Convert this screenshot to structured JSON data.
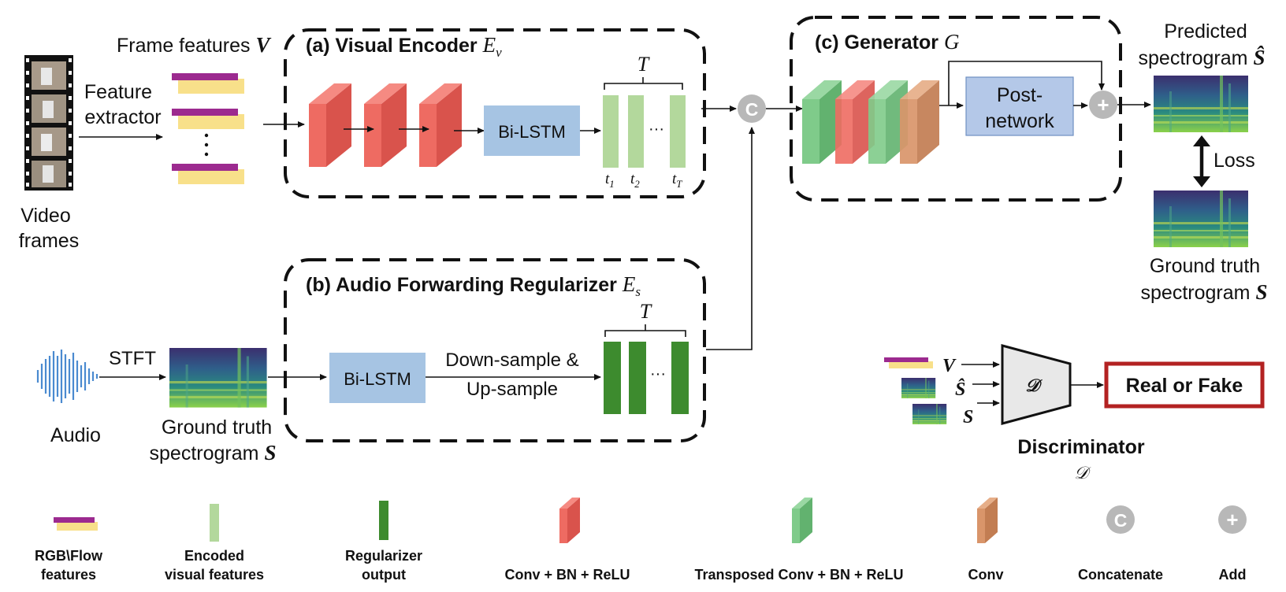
{
  "inputs": {
    "video_label_1": "Video",
    "video_label_2": "frames",
    "feature_extractor_1": "Feature",
    "feature_extractor_2": "extractor",
    "frame_features": "Frame features",
    "frame_features_symbol": "V",
    "audio_label": "Audio",
    "stft_label": "STFT",
    "gt_spec_1": "Ground truth",
    "gt_spec_2": "spectrogram",
    "gt_spec_symbol": "S"
  },
  "visual_encoder": {
    "title": "(a) Visual Encoder",
    "symbol": "E",
    "symbol_sub": "v",
    "bilstm": "Bi-LSTM",
    "time_label": "T",
    "dots": "···",
    "ticks": [
      "t",
      "t",
      "t"
    ],
    "tick_subs": [
      "1",
      "2",
      "T"
    ]
  },
  "audio_regularizer": {
    "title": "(b) Audio Forwarding Regularizer",
    "symbol": "E",
    "symbol_sub": "s",
    "bilstm": "Bi-LSTM",
    "sample_1": "Down-sample &",
    "sample_2": "Up-sample",
    "time_label": "T",
    "dots": "···"
  },
  "generator": {
    "title": "(c) Generator",
    "symbol": "G",
    "postnet_1": "Post-",
    "postnet_2": "network",
    "concat_glyph": "C",
    "add_glyph": "+"
  },
  "outputs": {
    "pred_1": "Predicted",
    "pred_2": "spectrogram",
    "pred_symbol": "Ŝ",
    "loss": "Loss",
    "gt_1": "Ground truth",
    "gt_2": "spectrogram",
    "gt_symbol": "S"
  },
  "discriminator": {
    "in_v": "V",
    "in_shat": "Ŝ",
    "in_s": "S",
    "symbol": "𝒟",
    "result": "Real or Fake",
    "title": "Discriminator",
    "subtitle": "𝒟"
  },
  "legend": [
    {
      "line1": "RGB\\Flow",
      "line2": "features"
    },
    {
      "line1": "Encoded",
      "line2": "visual features"
    },
    {
      "line1": "Regularizer",
      "line2": "output"
    },
    {
      "line1": "Conv + BN + ReLU",
      "line2": ""
    },
    {
      "line1": "Transposed Conv + BN + ReLU",
      "line2": ""
    },
    {
      "line1": "Conv",
      "line2": ""
    },
    {
      "line1": "Concatenate",
      "line2": ""
    },
    {
      "line1": "Add",
      "line2": ""
    }
  ],
  "colors": {
    "conv_red": "#ee6b62",
    "conv_red_dark": "#d9534c",
    "tconv_green": "#7fcb8a",
    "tconv_green_dark": "#62b26f",
    "conv_orange": "#d9956a",
    "conv_orange_dark": "#c27d52",
    "bilstm_blue": "#a6c4e3",
    "postnet_blue": "#b4c8e8",
    "encoded_green": "#b3d89c",
    "regularizer_green": "#3d8b2e",
    "feature_purple": "#9c2a8f",
    "feature_yellow": "#f8e08a",
    "op_gray": "#b8b8b8",
    "result_red": "#b32222"
  }
}
